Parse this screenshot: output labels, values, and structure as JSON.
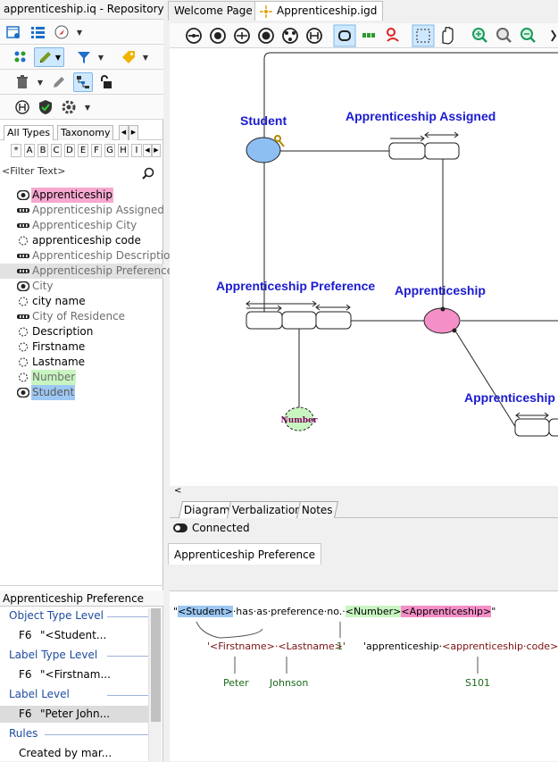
{
  "repo": {
    "title": "apprenticeship.iq - Repository",
    "type_tabs": [
      "All Types",
      "Taxonomy"
    ],
    "alpha": [
      "*",
      "A",
      "B",
      "C",
      "D",
      "E",
      "F",
      "G",
      "H",
      "I"
    ],
    "filter_placeholder": "<Filter Text>",
    "items": [
      {
        "label": "Apprenticeship",
        "kind": "entity",
        "style": "pink"
      },
      {
        "label": "Apprenticeship Assigned",
        "kind": "fact",
        "style": "gray"
      },
      {
        "label": "Apprenticeship City",
        "kind": "fact",
        "style": "gray"
      },
      {
        "label": "apprenticeship code",
        "kind": "value",
        "style": "normal"
      },
      {
        "label": "Apprenticeship Description",
        "kind": "fact",
        "style": "gray"
      },
      {
        "label": "Apprenticeship Preference",
        "kind": "fact",
        "style": "selected"
      },
      {
        "label": "City",
        "kind": "entity",
        "style": "gray"
      },
      {
        "label": "city name",
        "kind": "value",
        "style": "normal"
      },
      {
        "label": "City of Residence",
        "kind": "fact",
        "style": "gray"
      },
      {
        "label": "Description",
        "kind": "value",
        "style": "normal"
      },
      {
        "label": "Firstname",
        "kind": "value",
        "style": "normal"
      },
      {
        "label": "Lastname",
        "kind": "value",
        "style": "normal"
      },
      {
        "label": "Number",
        "kind": "value",
        "style": "green"
      },
      {
        "label": "Student",
        "kind": "entity",
        "style": "blue"
      }
    ]
  },
  "props": {
    "title": "Apprenticeship Preference",
    "sections": [
      {
        "heading": "Object Type Level",
        "row_key": "F6",
        "row_val": "\"<Student..."
      },
      {
        "heading": "Label Type Level",
        "row_key": "F6",
        "row_val": "\"<Firstnam..."
      },
      {
        "heading": "Label Level",
        "row_key": "F6",
        "row_val": "\"Peter John..."
      },
      {
        "heading": "Rules",
        "row_key": "",
        "row_val": "Created by mar..."
      }
    ]
  },
  "doc_tabs": [
    "Welcome Page",
    "Apprenticeship.igd"
  ],
  "diagram": {
    "labels": {
      "student": "Student",
      "assigned": "Apprenticeship Assigned",
      "preference": "Apprenticeship Preference",
      "apprenticeship": "Apprenticeship",
      "apprenticeship_partial": "Apprenticeship",
      "number": "Number"
    }
  },
  "bottom_tabs": [
    "Diagram",
    "Verbalization",
    "Notes"
  ],
  "connected_label": "Connected",
  "verb": {
    "tab": "Apprenticeship Preference",
    "open_quote": "\"",
    "t_student": "<Student>",
    "t_mid": "·has·as·preference·no.·",
    "t_number": "<Number>",
    "t_appr": "<Apprenticeship>",
    "close_quote": "\"",
    "lbl1_q": "'",
    "lbl1_first": "<Firstname>",
    "lbl1_sep": "·",
    "lbl1_last": "<Lastname>",
    "lbl1_end": "'",
    "lbl2": "1",
    "lbl3_a": "'apprenticeship·",
    "lbl3_b": "<apprenticeship·code>",
    "lbl3_c": "'",
    "v_peter": "Peter",
    "v_johnson": "Johnson",
    "v_s101": "S101"
  }
}
